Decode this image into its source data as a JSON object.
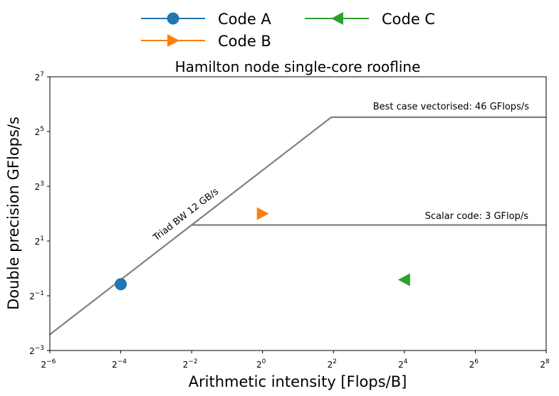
{
  "chart_data": {
    "type": "scatter",
    "title": "Hamilton node single-core roofline",
    "xlabel": "Arithmetic intensity [Flops/B]",
    "ylabel": "Double precision GFlops/s",
    "xscale": "log2",
    "yscale": "log2",
    "xlim": [
      0.015625,
      256
    ],
    "ylim": [
      0.125,
      128
    ],
    "xticks": [
      {
        "exp": "−6",
        "value": 0.015625
      },
      {
        "exp": "−4",
        "value": 0.0625
      },
      {
        "exp": "−2",
        "value": 0.25
      },
      {
        "exp": "0",
        "value": 1
      },
      {
        "exp": "2",
        "value": 4
      },
      {
        "exp": "4",
        "value": 16
      },
      {
        "exp": "6",
        "value": 64
      },
      {
        "exp": "8",
        "value": 256
      }
    ],
    "yticks": [
      {
        "exp": "−3",
        "value": 0.125
      },
      {
        "exp": "−1",
        "value": 0.5
      },
      {
        "exp": "1",
        "value": 2
      },
      {
        "exp": "3",
        "value": 8
      },
      {
        "exp": "5",
        "value": 32
      },
      {
        "exp": "7",
        "value": 128
      }
    ],
    "tick_base": "2",
    "series": [
      {
        "name": "Code A",
        "marker": "circle",
        "color": "#1f77b4",
        "x": 0.0625,
        "y": 0.67
      },
      {
        "name": "Code B",
        "marker": "triangle-right",
        "color": "#ff7f0e",
        "x": 1.0,
        "y": 4.0
      },
      {
        "name": "Code C",
        "marker": "triangle-left",
        "color": "#2ca02c",
        "x": 16.0,
        "y": 0.75
      }
    ],
    "rooflines": {
      "color": "#808080",
      "bandwidth_GBs": 12,
      "peak_vector": 46,
      "peak_scalar": 3,
      "bandwidth_label": "Triad BW 12 GB/s",
      "vector_label": "Best case vectorised: 46 GFlops/s",
      "scalar_label": "Scalar code: 3 GFlop/s"
    },
    "legend": {
      "placement": "top-center, above plot",
      "columns": 2
    },
    "grid": false
  }
}
